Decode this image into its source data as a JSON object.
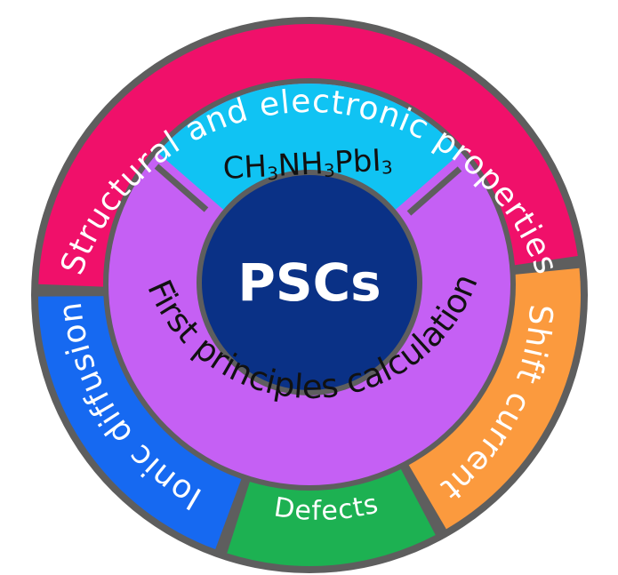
{
  "center": {
    "label": "PSCs",
    "color": "#0a3186"
  },
  "middle_ring": {
    "label": "First principles calculation",
    "color": "#c560f4"
  },
  "top_cap": {
    "label_parts": {
      "a": "CH",
      "b": "3",
      "c": "NH",
      "d": "3",
      "e": "PbI",
      "f": "3"
    },
    "color": "#10c3f3"
  },
  "outer_segments": [
    {
      "label": "Structural and electronic properties",
      "color": "#f0106a"
    },
    {
      "label": "Shift current",
      "color": "#fb9a3e"
    },
    {
      "label": "Defects",
      "color": "#1db152"
    },
    {
      "label": "Ionic diffusion",
      "color": "#1669f1"
    }
  ],
  "border_color": "#5e5e5e"
}
